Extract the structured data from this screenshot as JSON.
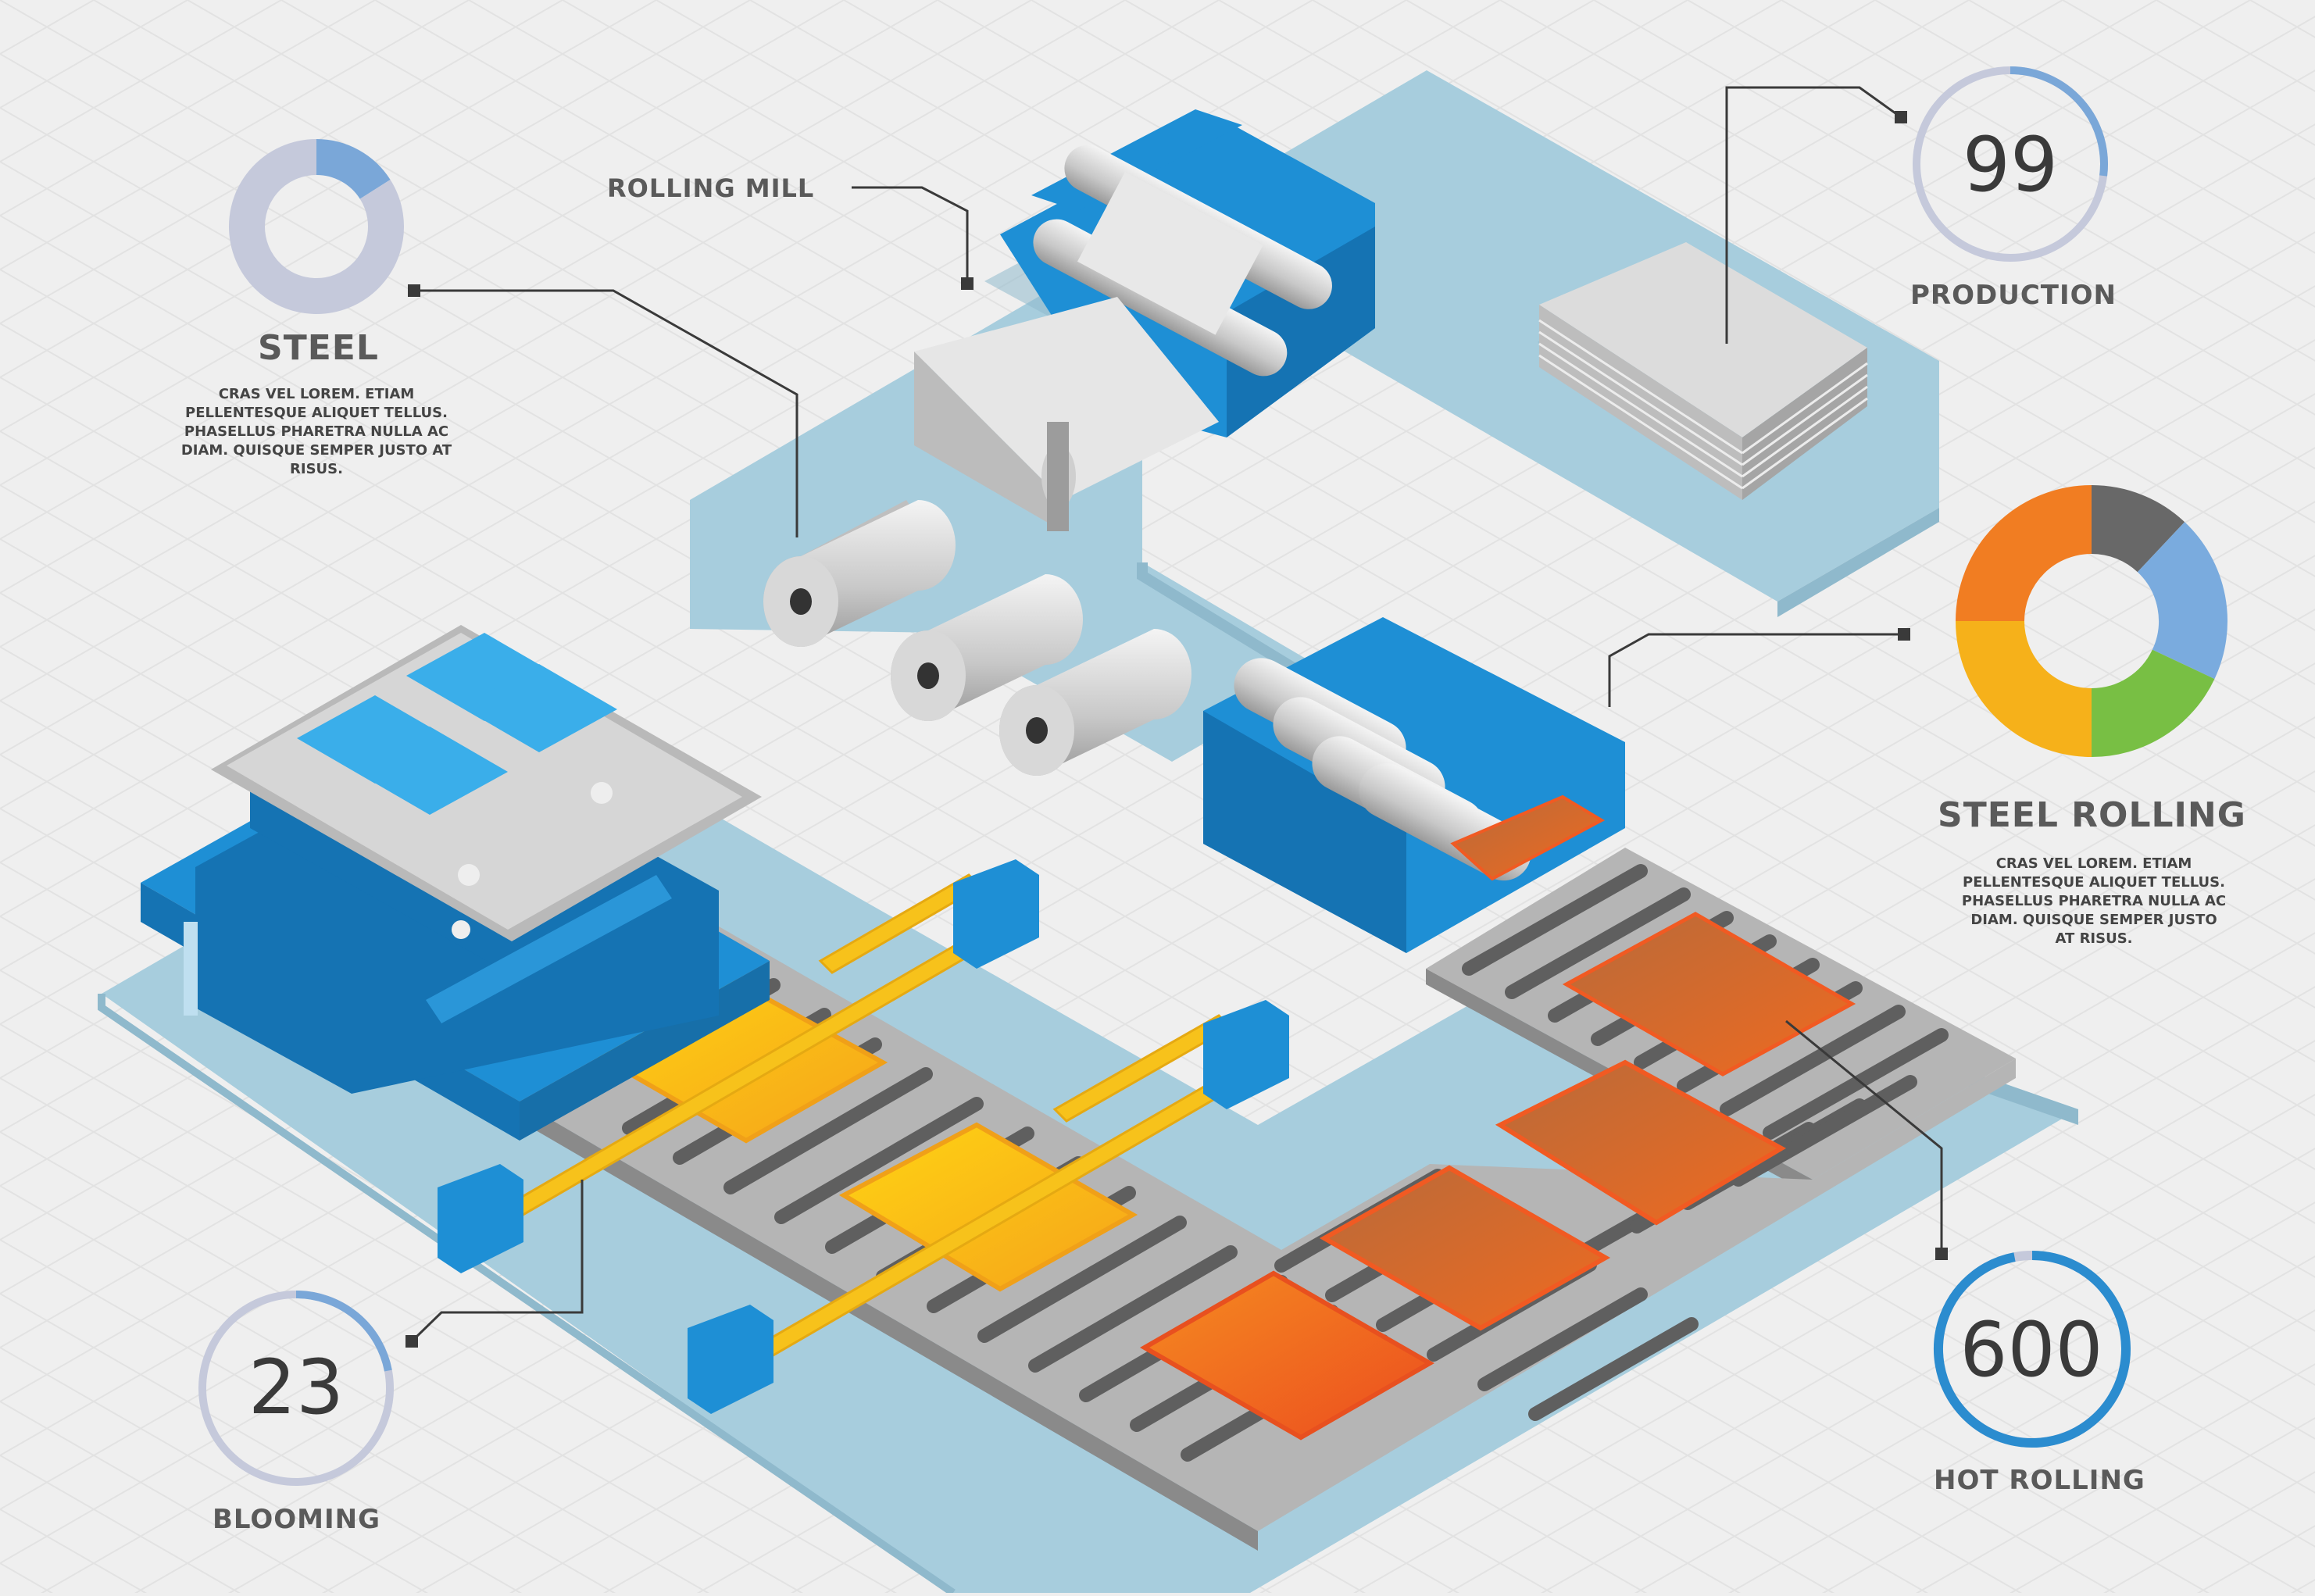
{
  "labels": {
    "steel": "STEEL",
    "rolling_mill": "ROLLING MILL",
    "production": "PRODUCTION",
    "steel_rolling": "STEEL ROLLING",
    "hot_rolling": "HOT ROLLING",
    "blooming": "BLOOMING"
  },
  "texts": {
    "steel_desc": "CRAS VEL LOREM. ETIAM\nPELLENTESQUE ALIQUET TELLUS.\nPHASELLUS PHARETRA NULLA AC\nDIAM. QUISQUE SEMPER JUSTO AT\nRISUS.",
    "steel_rolling_desc": "CRAS VEL LOREM. ETIAM\nPELLENTESQUE ALIQUET TELLUS.\nPHASELLUS PHARETRA NULLA AC\nDIAM. QUISQUE SEMPER JUSTO\nAT RISUS."
  },
  "metrics": {
    "production": "99",
    "hot_rolling": "600",
    "blooming": "23"
  },
  "donuts": {
    "steel": {
      "segments": [
        {
          "value": 16,
          "color": "#7aa7d8"
        },
        {
          "value": 84,
          "color": "#c5c9db"
        }
      ]
    },
    "steel_rolling": {
      "segments": [
        {
          "value": 12,
          "color": "#686868"
        },
        {
          "value": 20,
          "color": "#7aabde"
        },
        {
          "value": 18,
          "color": "#78bf44"
        },
        {
          "value": 25,
          "color": "#f6b11a"
        },
        {
          "value": 25,
          "color": "#f17d22"
        }
      ]
    }
  },
  "rings": {
    "production": {
      "fraction": 0.27,
      "color": "#7aa7d8",
      "track": "#c5c9db"
    },
    "hot_rolling": {
      "fraction": 0.97,
      "color": "#2b8ccf",
      "track": "#c5c9db"
    },
    "blooming": {
      "fraction": 0.22,
      "color": "#7aa7d8",
      "track": "#c5c9db"
    }
  },
  "colors": {
    "floor": "#a7cddd",
    "machine_blue": "#1e8fd5",
    "roller_gray": "#8a8a8a",
    "hot_slab": "#f07a1c",
    "yellow_slab": "#f9b81a"
  }
}
